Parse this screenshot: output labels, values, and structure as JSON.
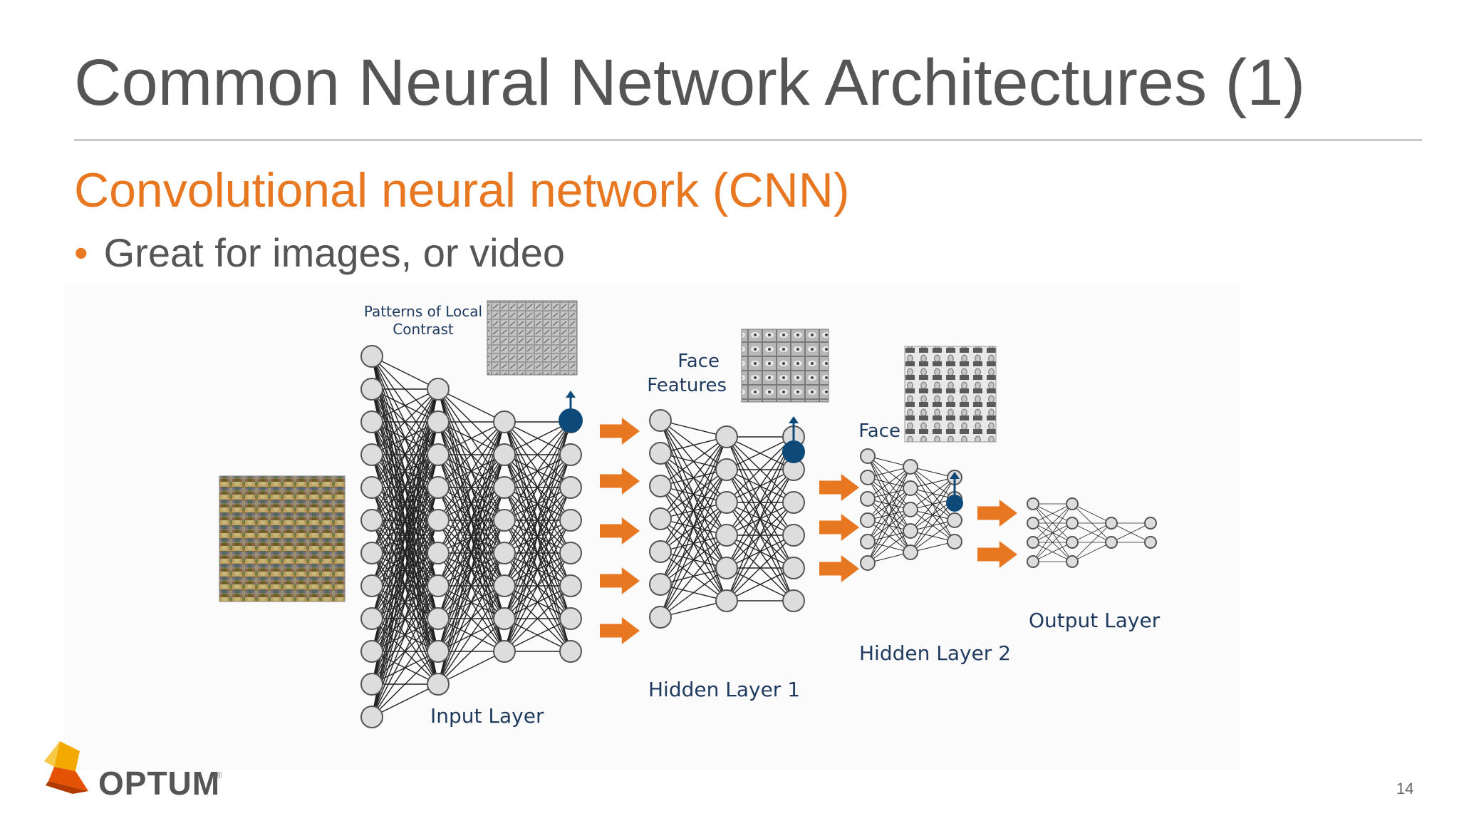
{
  "slide": {
    "title": "Common Neural Network Architectures (1)",
    "subtitle": "Convolutional neural network (CNN)",
    "bullets": [
      "Great for images, or video"
    ],
    "page_number": "14"
  },
  "diagram": {
    "labels": {
      "input_patterns": [
        "Patterns of Local",
        "Contrast"
      ],
      "face_features": [
        "Face",
        "Features"
      ],
      "face": "Face",
      "input_layer": "Input Layer",
      "hidden_layer_1": "Hidden Layer 1",
      "hidden_layer_2": "Hidden Layer 2",
      "output_layer": "Output Layer"
    },
    "networks": [
      {
        "name": "input-network",
        "layer_sizes": [
          12,
          10,
          8,
          8
        ]
      },
      {
        "name": "hidden-1-network",
        "layer_sizes": [
          7,
          6,
          6
        ]
      },
      {
        "name": "hidden-2-network",
        "layer_sizes": [
          6,
          5,
          4
        ]
      },
      {
        "name": "output-network",
        "layer_sizes": [
          4,
          4,
          2,
          2
        ]
      }
    ],
    "arrow_groups": [
      5,
      3,
      2
    ]
  },
  "logo": {
    "text": "OPTUM",
    "mark": "®"
  },
  "colors": {
    "title": "#555555",
    "accent_orange": "#e87722",
    "label_navy": "#1f3a5f",
    "highlight_node": "#0d4a7a",
    "node_fill": "#dddddd",
    "node_stroke": "#555555"
  }
}
